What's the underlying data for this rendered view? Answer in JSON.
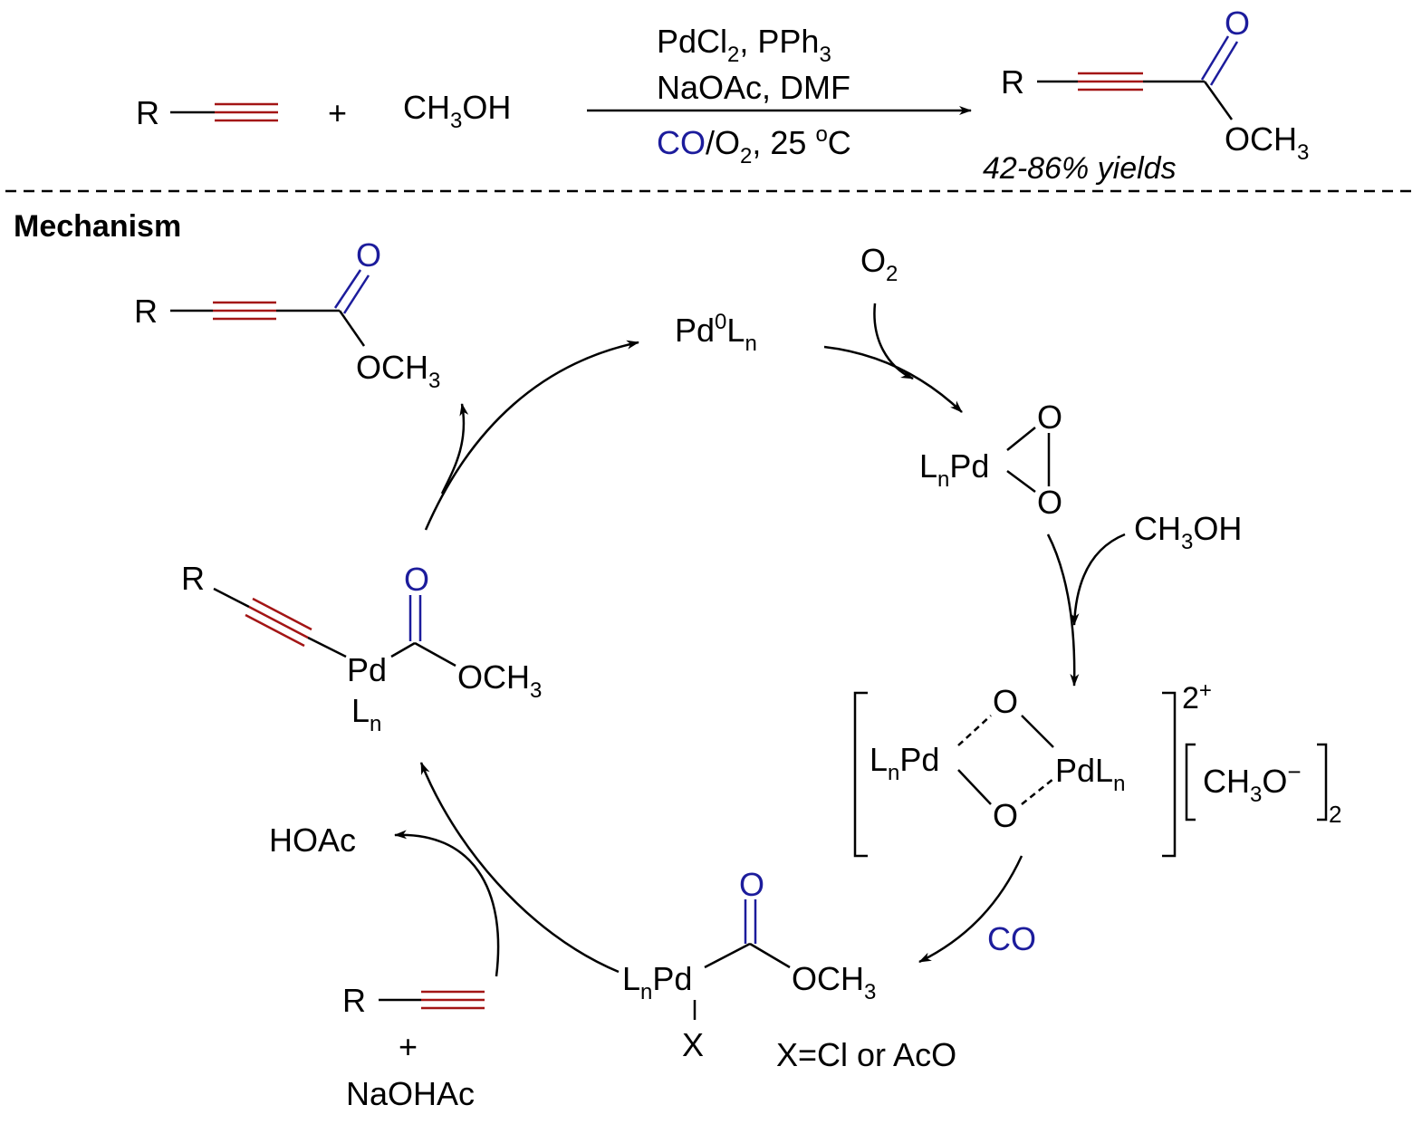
{
  "colors": {
    "bond": "#000000",
    "triple_bond": "#a31515",
    "carbonyl": "#1c1c9c",
    "text": "#000000"
  },
  "reaction": {
    "reactant_r": "R",
    "plus": "+",
    "methanol": "CH",
    "methanol_sub": "3",
    "methanol_tail": "OH",
    "cond_line1_a": "PdCl",
    "cond_line1_sub": "2",
    "cond_line1_b": ", PPh",
    "cond_line1_sub2": "3",
    "cond_line2": "NaOAc, DMF",
    "cond_line3_co": "CO",
    "cond_line3_a": "/O",
    "cond_line3_sub": "2",
    "cond_line3_b": ", 25 ",
    "cond_line3_sup": "o",
    "cond_line3_c": "C",
    "product_r": "R",
    "product_o": "O",
    "product_och": "OCH",
    "product_och_sub": "3",
    "yield": "42-86% yields"
  },
  "mechanism": {
    "title": "Mechanism",
    "product_r": "R",
    "product_o": "O",
    "product_och": "OCH",
    "product_och_sub": "3",
    "pd0": "Pd",
    "pd0_sup": "0",
    "pd0_l": "L",
    "pd0_sub": "n",
    "o2": "O",
    "o2_sub": "2",
    "peroxo_l": "L",
    "peroxo_sub": "n",
    "peroxo_pd": "Pd",
    "peroxo_o1": "O",
    "peroxo_o2": "O",
    "methanol": "CH",
    "methanol_sub": "3",
    "methanol_tail": "OH",
    "dimer_l": "L",
    "dimer_sub": "n",
    "dimer_pd": "Pd",
    "dimer_o_top": "O",
    "dimer_o_bottom": "O",
    "dimer_pd2": "PdL",
    "dimer_pd2_sub": "n",
    "dimer_charge": "2",
    "dimer_charge_sign": "+",
    "counter_ion": "CH",
    "counter_ion_sub": "3",
    "counter_ion_tail": "O",
    "counter_ion_charge": "−",
    "counter_ion_count": "2",
    "co": "CO",
    "acyl_l": "L",
    "acyl_sub": "n",
    "acyl_pd": "Pd",
    "acyl_o": "O",
    "acyl_och": "OCH",
    "acyl_och_sub": "3",
    "acyl_x": "X",
    "x_note": "X=Cl or AcO",
    "hoac": "HOAc",
    "alkyne_r": "R",
    "plus": "+",
    "naohac": "NaOHAc",
    "alkynyl_r": "R",
    "alkynyl_o": "O",
    "alkynyl_pd": "Pd",
    "alkynyl_l": "L",
    "alkynyl_sub": "n",
    "alkynyl_och": "OCH",
    "alkynyl_och_sub": "3"
  }
}
